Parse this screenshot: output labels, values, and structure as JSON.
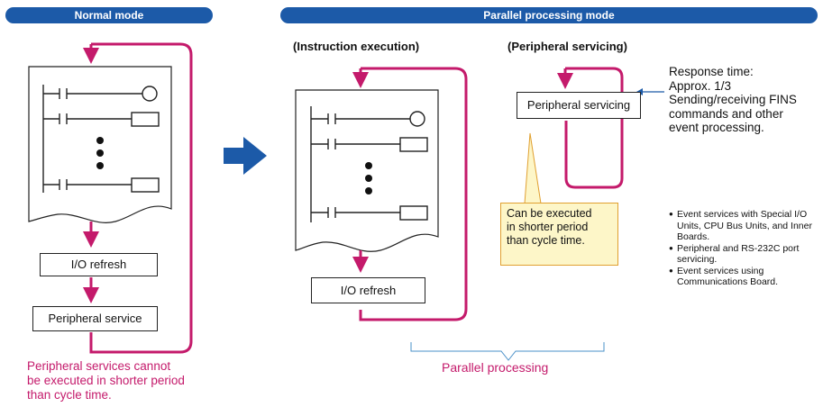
{
  "colors": {
    "banner": "#1c5aa8",
    "flow_arrow": "#c41a6b",
    "big_arrow": "#1c5aa8",
    "note_fill": "#fdf6c8",
    "note_border": "#e0a030"
  },
  "normal_mode": {
    "title": "Normal mode",
    "io_refresh": "I/O refresh",
    "peripheral_service": "Peripheral service",
    "caption_lines": [
      "Peripheral services cannot",
      "be executed in shorter period",
      "than cycle time."
    ]
  },
  "parallel_mode": {
    "title": "Parallel processing mode",
    "instruction_heading": "(Instruction execution)",
    "peripheral_heading": "(Peripheral servicing)",
    "io_refresh": "I/O refresh",
    "peripheral_servicing_box": "Peripheral servicing",
    "note_lines": [
      "Can be executed",
      "in shorter period",
      "than cycle time."
    ],
    "response_lines": [
      "Response time:",
      "Approx. 1/3",
      "Sending/receiving FINS",
      "commands and other",
      "event processing."
    ],
    "bullets": [
      "Event services with Special I/O Units, CPU Bus Units, and Inner Boards.",
      "Peripheral and RS-232C port servicing.",
      "Event services using Communications Board."
    ],
    "parallel_label": "Parallel processing"
  },
  "icons": {
    "mode_arrow": "right-arrow-icon",
    "contact": "normally-open-contact-icon",
    "coil": "output-coil-icon",
    "instruction_box": "instruction-box-icon",
    "ellipsis": "vertical-ellipsis-icon"
  }
}
